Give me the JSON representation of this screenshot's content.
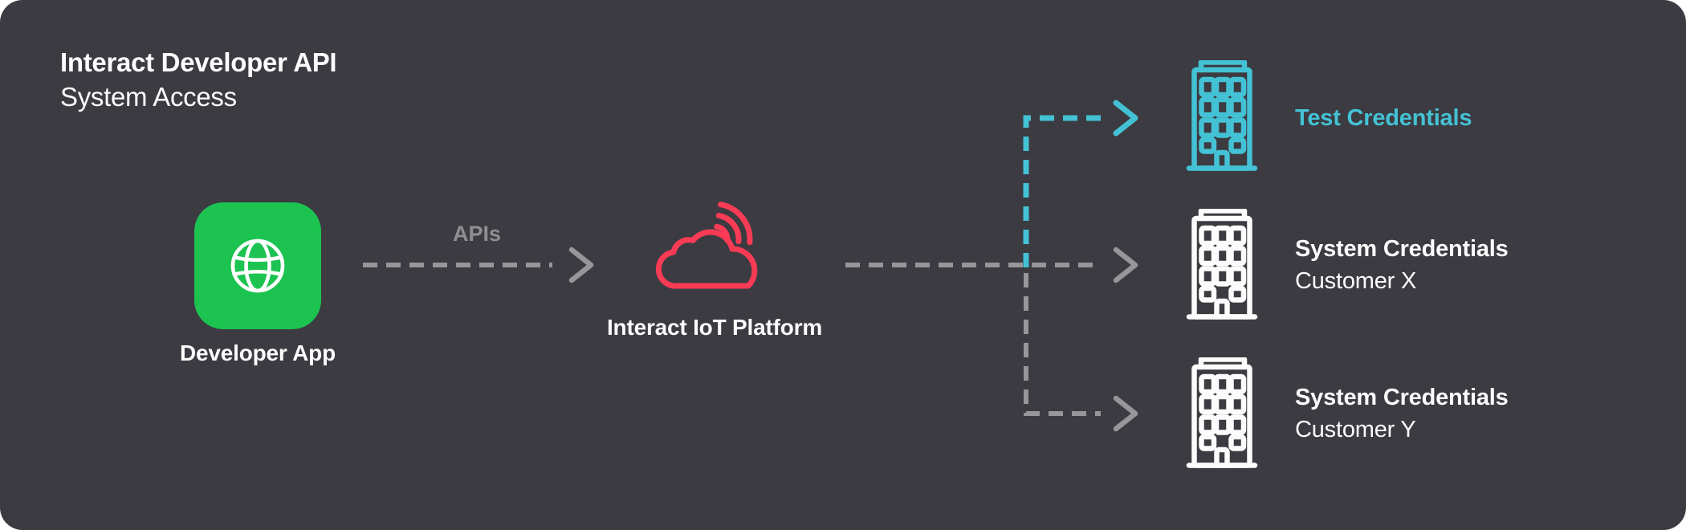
{
  "header": {
    "title": "Interact Developer API",
    "subtitle": "System Access"
  },
  "nodes": {
    "developer_app": {
      "label": "Developer App",
      "icon": "globe-app-icon",
      "icon_color": "#1DC351"
    },
    "iot_platform": {
      "label": "Interact IoT Platform",
      "icon": "cloud-wifi-icon",
      "icon_color": "#F93B55"
    },
    "credentials": [
      {
        "title": "Test Credentials",
        "subtitle": "",
        "icon": "office-building-icon",
        "color": "#44C2D5"
      },
      {
        "title": "System Credentials",
        "subtitle": "Customer X",
        "icon": "office-building-icon",
        "color": "#FCFCFC"
      },
      {
        "title": "System Credentials",
        "subtitle": "Customer Y",
        "icon": "office-building-icon",
        "color": "#FCFCFC"
      }
    ]
  },
  "connections": [
    {
      "from": "developer-app",
      "to": "iot-platform",
      "label": "APIs",
      "style": "dashed-gray-arrow"
    },
    {
      "from": "iot-platform",
      "to": "system-credentials-customer-x",
      "label": "",
      "style": "dashed-gray-arrow"
    },
    {
      "from": "branch-point",
      "to": "test-credentials",
      "label": "",
      "style": "dashed-teal-arrow"
    },
    {
      "from": "branch-point",
      "to": "system-credentials-customer-y",
      "label": "",
      "style": "dashed-gray-arrow"
    }
  ],
  "colors": {
    "page_background": "#FFFFFF",
    "card_background": "#3B3B41",
    "text": "#FCFCFC",
    "muted_text": "#8F8F93",
    "connector_gray": "#97979B",
    "brand_green": "#1DC351",
    "brand_pink": "#F93B55",
    "brand_teal": "#44C2D5"
  }
}
